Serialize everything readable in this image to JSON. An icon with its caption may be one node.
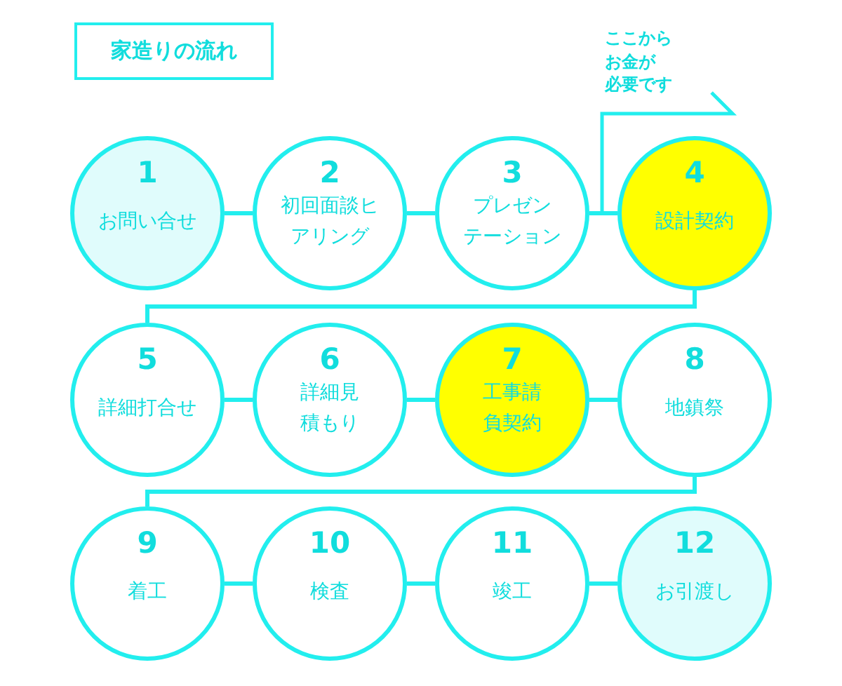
{
  "diagram": {
    "title": "家造りの流れ",
    "nodes": [
      {
        "text": [
          "1",
          "お問い合せ"
        ]
      },
      {
        "text": [
          "2",
          "初回面談ヒアリング"
        ]
      },
      {
        "text": [
          "3",
          "プレゼンテーション"
        ]
      },
      {
        "text": [
          "4",
          "設計契約"
        ]
      },
      {
        "text": [
          "5",
          "詳細打合せ"
        ]
      },
      {
        "text": [
          "6",
          "詳細見積もり"
        ]
      },
      {
        "text": [
          "7",
          "工事請負契約"
        ]
      },
      {
        "text": [
          "8",
          "地鎮祭"
        ]
      },
      {
        "text": [
          "9",
          "着工"
        ]
      },
      {
        "text": [
          "10",
          "検査"
        ]
      },
      {
        "text": [
          "11",
          "竣工"
        ]
      },
      {
        "text": [
          "12",
          "お引渡し"
        ]
      }
    ],
    "edges": [
      {
        "from": 0,
        "to": 1,
        "arrow": "none"
      },
      {
        "from": 1,
        "to": 2,
        "arrow": "none"
      },
      {
        "from": 2,
        "to": 3,
        "arrow": "none"
      },
      {
        "from": 3,
        "to": 4,
        "arrow": "none"
      },
      {
        "from": 4,
        "to": 5,
        "arrow": "none"
      },
      {
        "from": 5,
        "to": 6,
        "arrow": "none"
      },
      {
        "from": 6,
        "to": 7,
        "arrow": "none"
      },
      {
        "from": 7,
        "to": 8,
        "arrow": "none"
      },
      {
        "from": 8,
        "to": 9,
        "arrow": "none"
      },
      {
        "from": 9,
        "to": 10,
        "arrow": "none"
      },
      {
        "from": 10,
        "to": 11,
        "arrow": "none"
      }
    ],
    "labels": [
      "ここからお金が必要です"
    ]
  }
}
